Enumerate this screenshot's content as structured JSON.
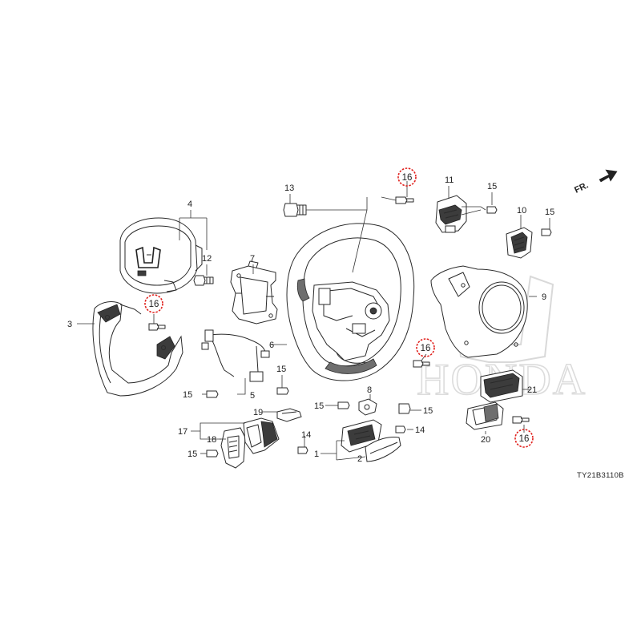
{
  "diagram": {
    "direction_indicator": "FR.",
    "diagram_code": "TY21B3110B",
    "brand_watermark": "HONDA",
    "highlight_color": "#e0201c",
    "callouts": {
      "c1": "1",
      "c2": "2",
      "c3": "3",
      "c4": "4",
      "c5": "5",
      "c6": "6",
      "c7": "7",
      "c8": "8",
      "c9": "9",
      "c10": "10",
      "c11": "11",
      "c12": "12",
      "c13": "13",
      "c14a": "14",
      "c14b": "14",
      "c15a": "15",
      "c15b": "15",
      "c15c": "15",
      "c15d": "15",
      "c15e": "15",
      "c15f": "15",
      "c15g": "15",
      "c16a": "16",
      "c16b": "16",
      "c16c": "16",
      "c16d": "16",
      "c17": "17",
      "c18": "18",
      "c19": "19",
      "c20": "20",
      "c21": "21"
    }
  }
}
